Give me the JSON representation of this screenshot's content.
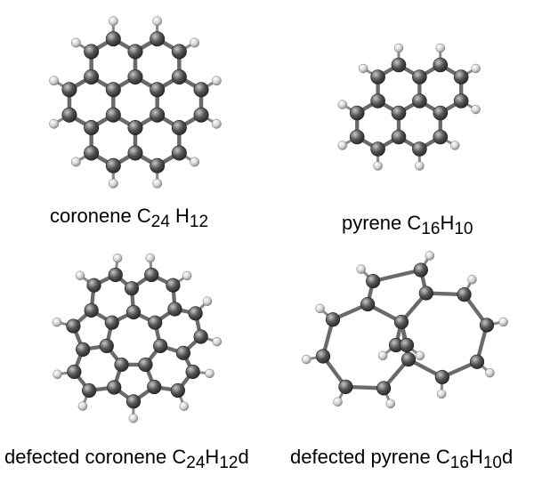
{
  "panels": [
    {
      "id": "coronene",
      "caption": {
        "name": "coronene",
        "sym1": "C",
        "n1": "24",
        "sym2": "H",
        "n2": "12",
        "suffix": ""
      }
    },
    {
      "id": "pyrene",
      "caption": {
        "name": "pyrene",
        "sym1": "C",
        "n1": "16",
        "sym2": "H",
        "n2": "10",
        "suffix": ""
      }
    },
    {
      "id": "defected-coronene",
      "caption": {
        "name": "defected coronene",
        "sym1": "C",
        "n1": "24",
        "sym2": "H",
        "n2": "12",
        "suffix": "d"
      }
    },
    {
      "id": "defected-pyrene",
      "caption": {
        "name": "defected pyrene",
        "sym1": "C",
        "n1": "16",
        "sym2": "H",
        "n2": "10",
        "suffix": "d"
      }
    }
  ],
  "colors": {
    "carbon": "#555555",
    "carbon_highlight": "#c8c8c8",
    "hydrogen": "#d2d2d2",
    "hydrogen_highlight": "#ffffff",
    "bond": "#6a6a6a"
  }
}
